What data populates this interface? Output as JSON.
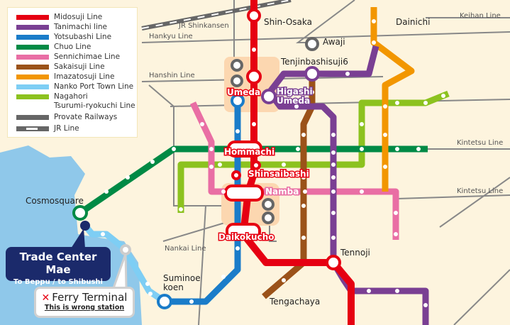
{
  "legend": {
    "items": [
      {
        "label": "Midosuji Line",
        "color": "#e60012"
      },
      {
        "label": "Tanimachi line",
        "color": "#7a3f93"
      },
      {
        "label": "Yotsubashi Line",
        "color": "#1a7cc9"
      },
      {
        "label": "Chuo Line",
        "color": "#008a45"
      },
      {
        "label": "Sennichimae Line",
        "color": "#e96ea4"
      },
      {
        "label": "Sakaisuji Line",
        "color": "#9b5219"
      },
      {
        "label": "Imazatosuji Line",
        "color": "#f29600"
      },
      {
        "label": "Nanko Port Town Line",
        "color": "#7ecef4"
      },
      {
        "label": "Nagahori Tsurumi-ryokuchi Line",
        "line1": "Nagahori",
        "line2": "Tsurumi-ryokuchi Line",
        "color": "#8cc21f"
      }
    ],
    "rail_items": [
      {
        "label": "Provate Railways",
        "color": "#666666"
      },
      {
        "label": "JR Line",
        "color": "#666666"
      }
    ]
  },
  "railways": {
    "jr_shinkansen": "JR Shinkansen",
    "hankyu": "Hankyu Line",
    "hanshin": "Hanshin Line",
    "keihan": "Keihan Line",
    "kintetsu_1": "Kintetsu Line",
    "kintetsu_2": "Kintetsu Line",
    "nankai": "Nankai Line"
  },
  "stations": {
    "shin_osaka": "Shin-Osaka",
    "awaji": "Awaji",
    "dainichi": "Dainichi",
    "tenjinbashisuji6": "Tenjinbashisuji6",
    "umeda": "Umeda",
    "higashi_umeda_1": "Higashi",
    "higashi_umeda_2": "Umeda",
    "hommachi": "Hommachi",
    "shinsaibashi": "Shinsaibashi",
    "namba": "Namba",
    "daikokucho": "Daikokucho",
    "tennoji": "Tennoji",
    "tengachaya": "Tengachaya",
    "cosmosquare": "Cosmosquare",
    "suminoe_koen_1": "Suminoe",
    "suminoe_koen_2": "koen"
  },
  "callouts": {
    "trade_center": {
      "title": "Trade Center Mae",
      "subtitle": "To Beppu / to Shibushi"
    },
    "ferry": {
      "mark": "✕",
      "title": "Ferry Terminal",
      "subtitle": "This is wrong station"
    }
  }
}
